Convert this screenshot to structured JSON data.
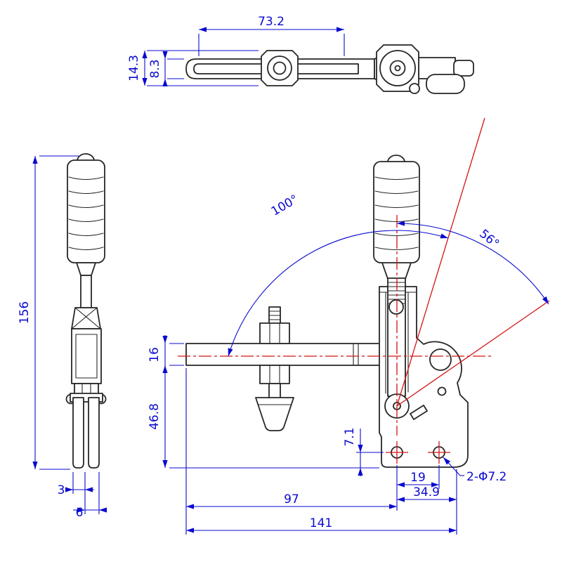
{
  "colors": {
    "background": "#ffffff",
    "geometry": "#262626",
    "dimension": "#0a0ad0",
    "centerline": "#d41414"
  },
  "views": {
    "top_view": {
      "dimensions": {
        "slot_length": "73.2",
        "overall_height": "14.3",
        "bar_thickness": "8.3"
      }
    },
    "side_view": {
      "dimensions": {
        "overall_height": "156",
        "fork_gap": "3",
        "fork_width": "6"
      }
    },
    "front_view": {
      "angles": {
        "handle_opening": "100°",
        "handle_travel": "56°"
      },
      "dimensions": {
        "bar_height": "16",
        "bar_to_base": "46.8",
        "hole_center_height": "7.1",
        "hole_spacing": "19",
        "hole_callout": "2-Φ7.2",
        "bar_reach": "97",
        "base_right_span": "34.9",
        "overall_length": "141"
      }
    }
  }
}
